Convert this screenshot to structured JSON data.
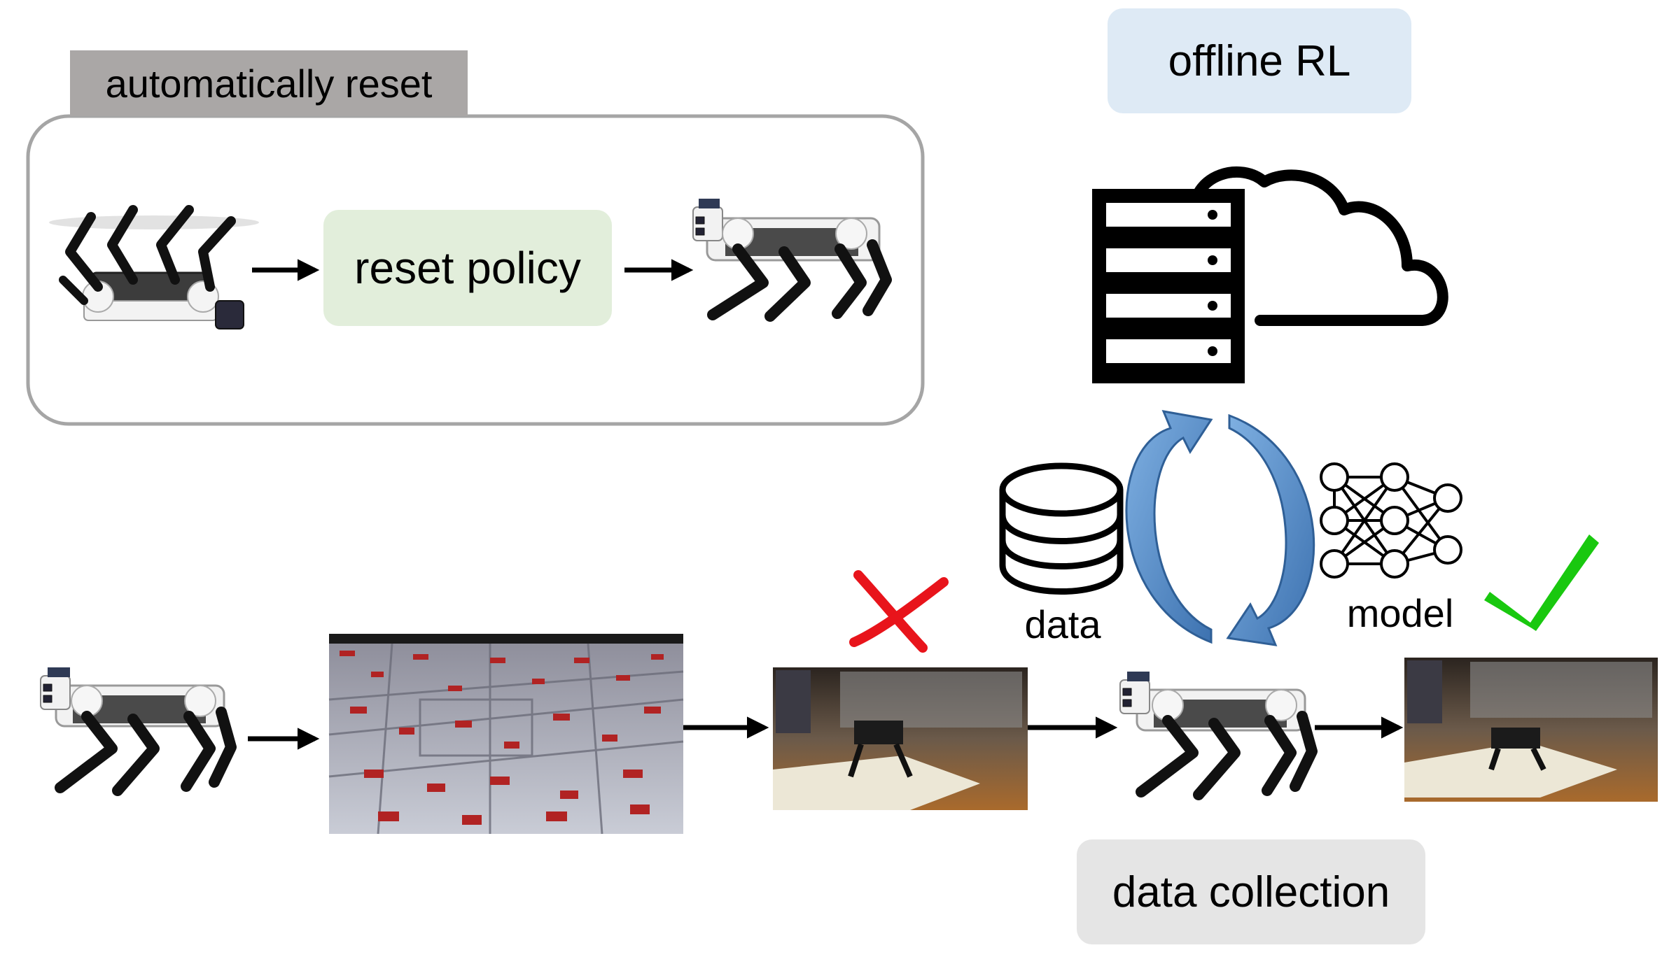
{
  "labels": {
    "auto_reset": "automatically reset",
    "reset_policy": "reset policy",
    "offline_rl": "offline RL",
    "data": "data",
    "model": "model",
    "data_collection": "data collection"
  },
  "colors": {
    "auto_reset_tab": "#aaa7a6",
    "reset_policy_box": "#e2eedb",
    "offline_rl_box": "#deeaf5",
    "data_collection_box": "#e5e5e5",
    "cycle_arrow": "#4f87c3",
    "cross": "#e8141b",
    "check": "#19c80f"
  },
  "icons": [
    "robot-dog-flipped-icon",
    "robot-dog-standing-icon",
    "server-cloud-icon",
    "database-icon",
    "neural-network-icon",
    "cross-mark-icon",
    "check-mark-icon"
  ]
}
